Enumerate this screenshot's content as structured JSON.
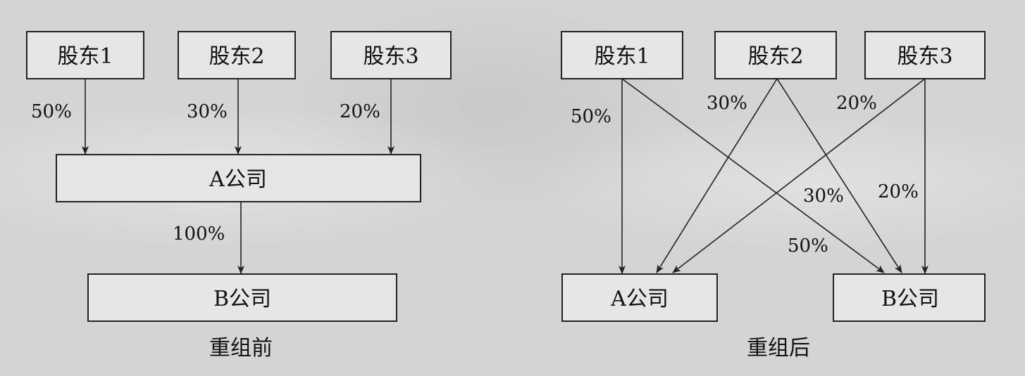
{
  "before": {
    "caption": "重组前",
    "shareholders": [
      {
        "id": "s1",
        "label": "股东1"
      },
      {
        "id": "s2",
        "label": "股东2"
      },
      {
        "id": "s3",
        "label": "股东3"
      }
    ],
    "companyA": {
      "label": "A公司"
    },
    "companyB": {
      "label": "B公司"
    },
    "edges": [
      {
        "from": "s1",
        "to": "A",
        "label": "50%"
      },
      {
        "from": "s2",
        "to": "A",
        "label": "30%"
      },
      {
        "from": "s3",
        "to": "A",
        "label": "20%"
      },
      {
        "from": "A",
        "to": "B",
        "label": "100%"
      }
    ]
  },
  "after": {
    "caption": "重组后",
    "shareholders": [
      {
        "id": "s1",
        "label": "股东1"
      },
      {
        "id": "s2",
        "label": "股东2"
      },
      {
        "id": "s3",
        "label": "股东3"
      }
    ],
    "companyA": {
      "label": "A公司"
    },
    "companyB": {
      "label": "B公司"
    },
    "edges": [
      {
        "from": "s1",
        "to": "A",
        "label": "50%"
      },
      {
        "from": "s2",
        "to": "A",
        "label": "30%"
      },
      {
        "from": "s3",
        "to": "A",
        "label": "20%"
      },
      {
        "from": "s2",
        "to": "B",
        "label": "30%"
      },
      {
        "from": "s3",
        "to": "B",
        "label": "20%"
      },
      {
        "from": "s1",
        "to": "B",
        "label": "50%"
      }
    ]
  }
}
